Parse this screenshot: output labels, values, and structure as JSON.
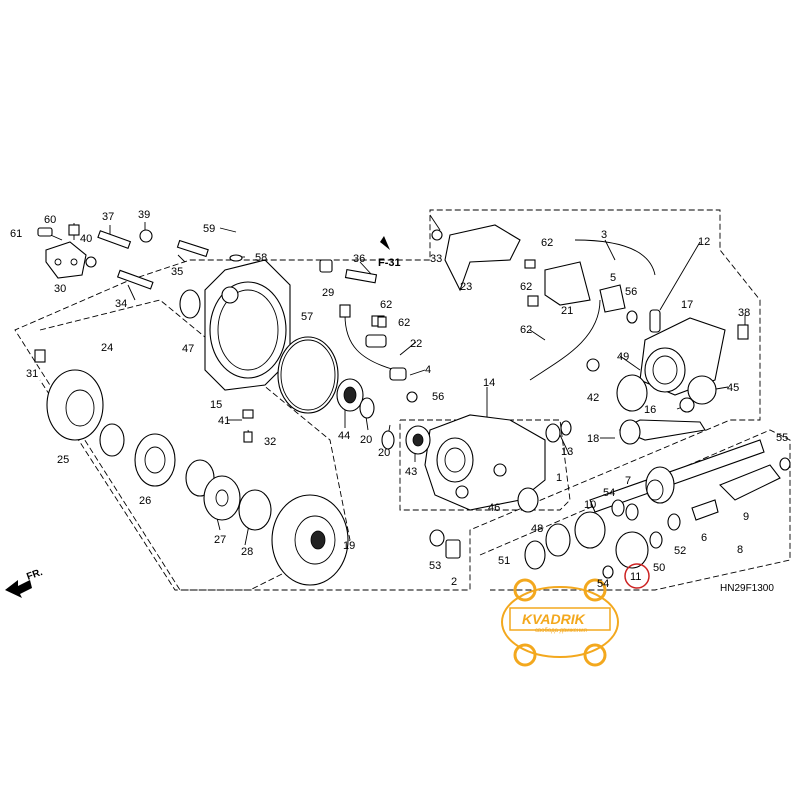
{
  "diagram": {
    "reference_code": "HN29F1300",
    "section_ref": "F-31",
    "front_marker": "FR.",
    "highlighted_part": "11",
    "colors": {
      "line": "#000000",
      "highlight": "#cc2222",
      "logo": "#f3a81e"
    }
  },
  "watermark": {
    "brand": "KVADRIK",
    "tagline": "свобода движения"
  },
  "callouts": [
    {
      "id": "c61",
      "label": "61"
    },
    {
      "id": "c60",
      "label": "60"
    },
    {
      "id": "c37",
      "label": "37"
    },
    {
      "id": "c39",
      "label": "39"
    },
    {
      "id": "c59",
      "label": "59"
    },
    {
      "id": "c40",
      "label": "40"
    },
    {
      "id": "c58",
      "label": "58"
    },
    {
      "id": "c36",
      "label": "36"
    },
    {
      "id": "c33",
      "label": "33"
    },
    {
      "id": "c3",
      "label": "3"
    },
    {
      "id": "c12",
      "label": "12"
    },
    {
      "id": "c62a",
      "label": "62"
    },
    {
      "id": "c35",
      "label": "35"
    },
    {
      "id": "c30",
      "label": "30"
    },
    {
      "id": "c29",
      "label": "29"
    },
    {
      "id": "c23",
      "label": "23"
    },
    {
      "id": "c62b",
      "label": "62"
    },
    {
      "id": "c5",
      "label": "5"
    },
    {
      "id": "c56a",
      "label": "56"
    },
    {
      "id": "c34",
      "label": "34"
    },
    {
      "id": "c62c",
      "label": "62"
    },
    {
      "id": "c21",
      "label": "21"
    },
    {
      "id": "c17",
      "label": "17"
    },
    {
      "id": "c38",
      "label": "38"
    },
    {
      "id": "c57",
      "label": "57"
    },
    {
      "id": "c62d",
      "label": "62"
    },
    {
      "id": "c22",
      "label": "22"
    },
    {
      "id": "c47",
      "label": "47"
    },
    {
      "id": "c24",
      "label": "24"
    },
    {
      "id": "c62e",
      "label": "62"
    },
    {
      "id": "c49",
      "label": "49"
    },
    {
      "id": "c4",
      "label": "4"
    },
    {
      "id": "c31",
      "label": "31"
    },
    {
      "id": "c15",
      "label": "15"
    },
    {
      "id": "c14",
      "label": "14"
    },
    {
      "id": "c42",
      "label": "42"
    },
    {
      "id": "c45",
      "label": "45"
    },
    {
      "id": "c56b",
      "label": "56"
    },
    {
      "id": "c41",
      "label": "41"
    },
    {
      "id": "c16",
      "label": "16"
    },
    {
      "id": "c44",
      "label": "44"
    },
    {
      "id": "c20a",
      "label": "20"
    },
    {
      "id": "c18",
      "label": "18"
    },
    {
      "id": "c55",
      "label": "55"
    },
    {
      "id": "c32",
      "label": "32"
    },
    {
      "id": "c20b",
      "label": "20"
    },
    {
      "id": "c13",
      "label": "13"
    },
    {
      "id": "c25",
      "label": "25"
    },
    {
      "id": "c43",
      "label": "43"
    },
    {
      "id": "c1",
      "label": "1"
    },
    {
      "id": "c26",
      "label": "26"
    },
    {
      "id": "c7",
      "label": "7"
    },
    {
      "id": "c46",
      "label": "46"
    },
    {
      "id": "c10",
      "label": "10"
    },
    {
      "id": "c54a",
      "label": "54"
    },
    {
      "id": "c9",
      "label": "9"
    },
    {
      "id": "c48",
      "label": "48"
    },
    {
      "id": "c6",
      "label": "6"
    },
    {
      "id": "c27",
      "label": "27"
    },
    {
      "id": "c28",
      "label": "28"
    },
    {
      "id": "c19",
      "label": "19"
    },
    {
      "id": "c51",
      "label": "51"
    },
    {
      "id": "c52",
      "label": "52"
    },
    {
      "id": "c8",
      "label": "8"
    },
    {
      "id": "c53",
      "label": "53"
    },
    {
      "id": "c2",
      "label": "2"
    },
    {
      "id": "c50",
      "label": "50"
    },
    {
      "id": "c54b",
      "label": "54"
    },
    {
      "id": "c11",
      "label": "11"
    }
  ]
}
